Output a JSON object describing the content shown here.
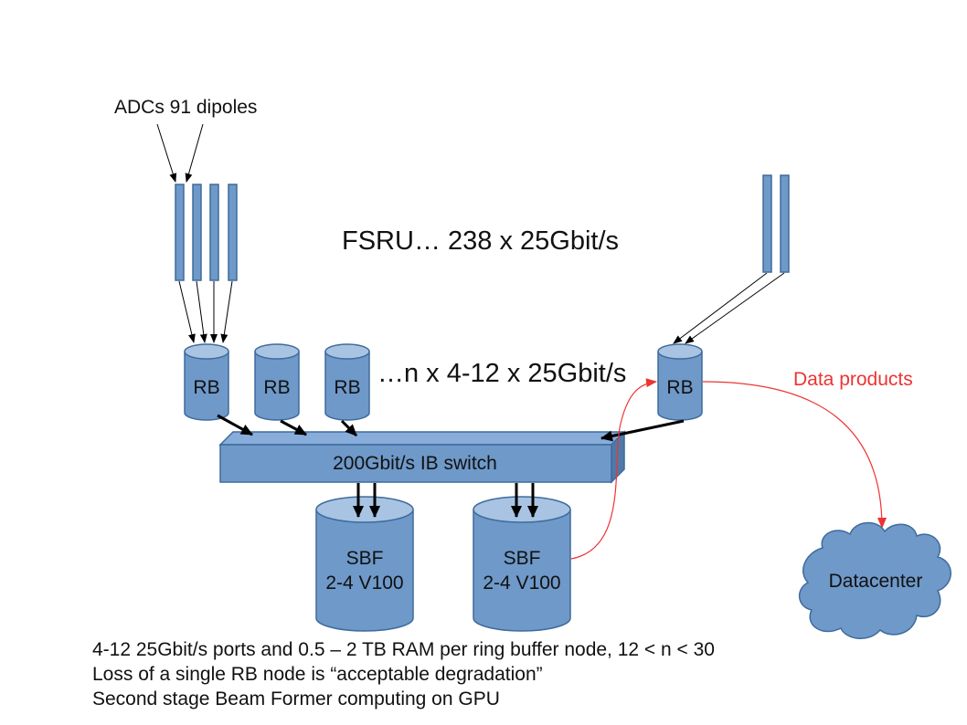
{
  "labels": {
    "adcs": "ADCs 91 dipoles",
    "fsru": "FSRU… 238 x 25Gbit/s",
    "rb_links": "…n x 4-12 x 25Gbit/s",
    "data_products": "Data products",
    "switch": "200Gbit/s IB switch",
    "datacenter": "Datacenter"
  },
  "rb_nodes": [
    "RB",
    "RB",
    "RB",
    "RB"
  ],
  "sbf_nodes": [
    {
      "line1": "SBF",
      "line2": "2-4 V100"
    },
    {
      "line1": "SBF",
      "line2": "2-4 V100"
    }
  ],
  "notes": [
    "4-12 25Gbit/s ports and 0.5 – 2 TB RAM per ring buffer node, 12 < n < 30",
    "Loss of a single RB node is “acceptable degradation”",
    "Second stage Beam Former computing on GPU"
  ],
  "colors": {
    "node_fill": "#6e99c9",
    "node_top": "#a8c4e2",
    "node_stroke": "#3e6b9c",
    "switch_fill": "#6e99c9",
    "switch_top": "#88addb",
    "switch_side": "#5179a8",
    "cloud_fill": "#6e99c9",
    "data_flow": "#ee3333",
    "arrow": "#000000"
  }
}
